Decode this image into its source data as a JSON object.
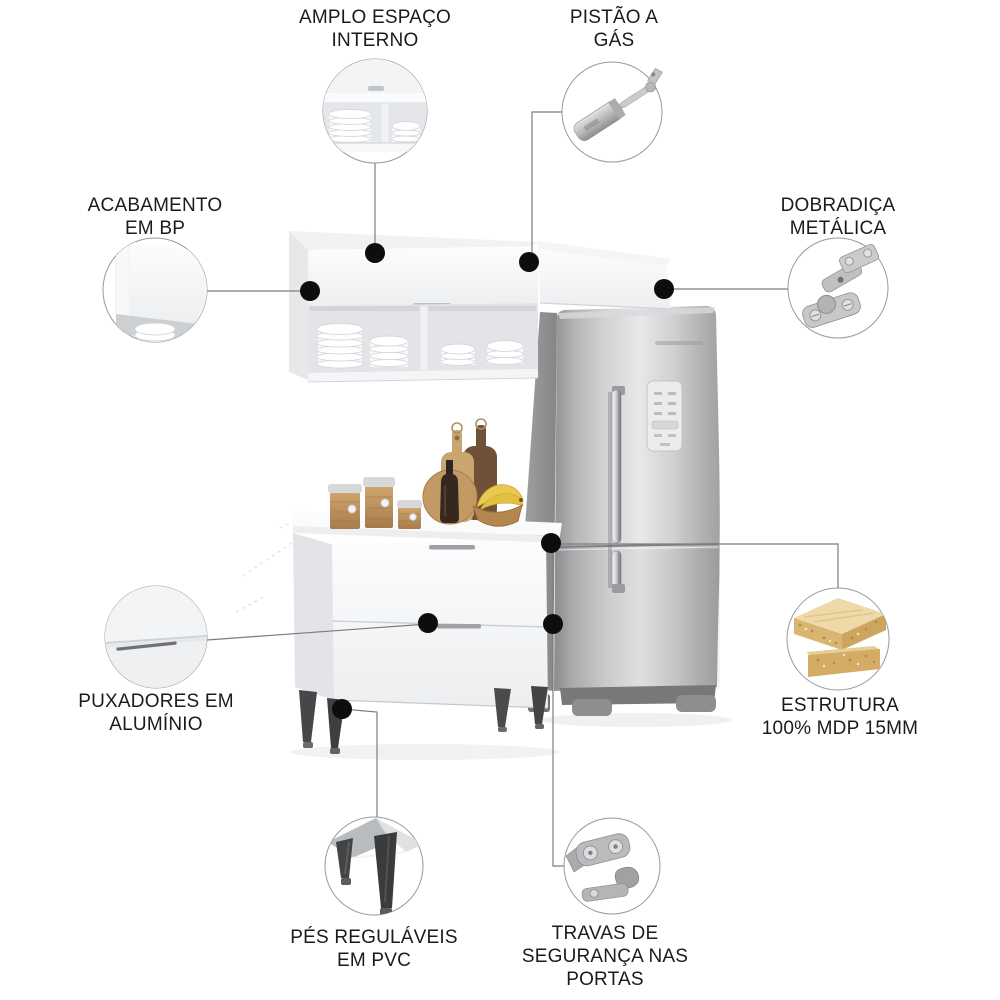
{
  "product_callouts": {
    "features": [
      {
        "id": "amplo-espaco-interno",
        "label": "AMPLO ESPAÇO INTERNO",
        "lines": [
          "AMPLO ESPAÇO",
          "INTERNO"
        ],
        "icon": "open-shelf-plates-icon"
      },
      {
        "id": "pistao-a-gas",
        "label": "PISTÃO A GÁS",
        "lines": [
          "PISTÃO A",
          "GÁS"
        ],
        "icon": "gas-piston-icon"
      },
      {
        "id": "acabamento-em-bp",
        "label": "ACABAMENTO EM BP",
        "lines": [
          "ACABAMENTO",
          "EM BP"
        ],
        "icon": "bp-finish-corner-icon"
      },
      {
        "id": "dobradica-metalica",
        "label": "DOBRADIÇA METÁLICA",
        "lines": [
          "DOBRADIÇA",
          "METÁLICA"
        ],
        "icon": "metal-hinge-icon"
      },
      {
        "id": "puxadores-em-aluminio",
        "label": "PUXADORES EM ALUMÍNIO",
        "lines": [
          "PUXADORES EM",
          "ALUMÍNIO"
        ],
        "icon": "aluminum-handle-icon"
      },
      {
        "id": "estrutura-mdp",
        "label": "ESTRUTURA 100% MDP 15MM",
        "lines": [
          "ESTRUTURA",
          "100% MDP 15MM"
        ],
        "icon": "mdp-board-icon"
      },
      {
        "id": "pes-regulaveis-pvc",
        "label": "PÉS REGULÁVEIS EM PVC",
        "lines": [
          "PÉS REGULÁVEIS",
          "EM PVC"
        ],
        "icon": "pvc-feet-icon"
      },
      {
        "id": "travas-seguranca",
        "label": "TRAVAS DE SEGURANÇA NAS PORTAS",
        "lines": [
          "TRAVAS DE",
          "SEGURANÇA NAS",
          "PORTAS"
        ],
        "icon": "door-safety-lock-icon"
      }
    ],
    "colors": {
      "background": "#ffffff",
      "label_text": "#1b1b1b",
      "callout_dot": "#0d0d0d",
      "callout_line": "#7d7d7d",
      "vignette_ring": "#999999",
      "cabinet_white": "#f2f3f5",
      "steel_grey": "#c3c4c6",
      "wood_tan": "#c0915c",
      "mdp_tan": "#e6c98f",
      "leg_dark": "#414244"
    }
  }
}
